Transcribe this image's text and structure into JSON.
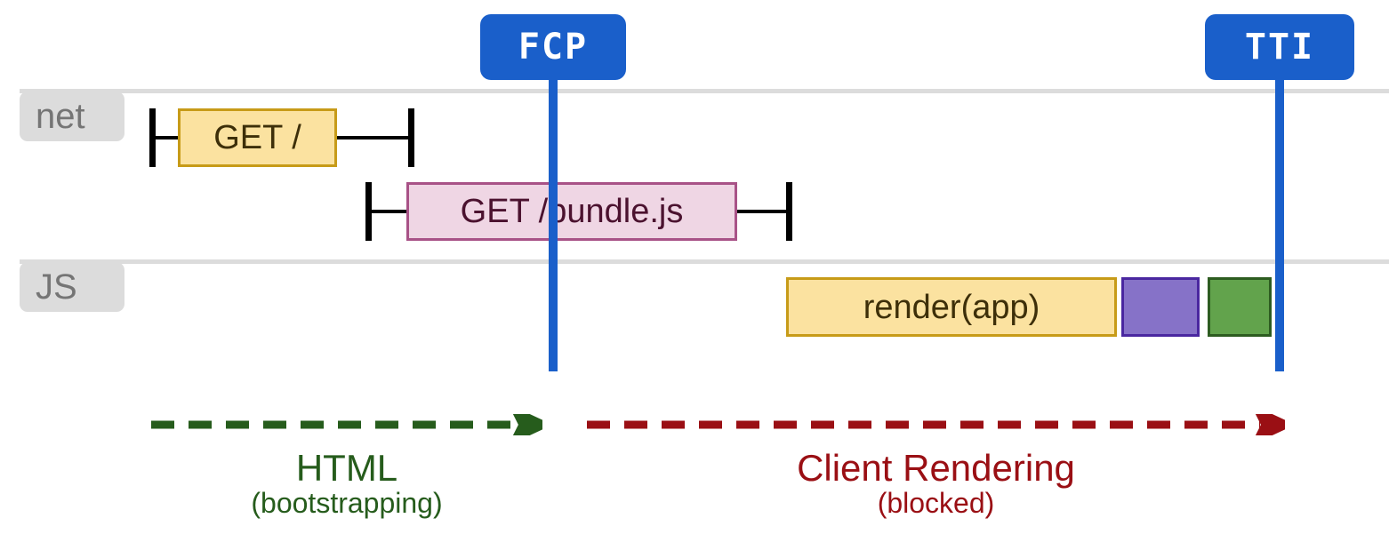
{
  "markers": [
    {
      "id": "fcp",
      "label": "FCP",
      "color": "#1a5fca"
    },
    {
      "id": "tti",
      "label": "TTI",
      "color": "#1a5fca"
    }
  ],
  "lanes": [
    {
      "id": "net",
      "label": "net"
    },
    {
      "id": "js",
      "label": "JS"
    }
  ],
  "net_lane": {
    "requests": [
      {
        "id": "get-root",
        "label": "GET /",
        "fill": "#fbe2a0",
        "border": "#c79b18",
        "text": "#3d2f09"
      },
      {
        "id": "get-bundle",
        "label": "GET /bundle.js",
        "fill": "#efd6e4",
        "border": "#a85287",
        "text": "#4b122f"
      }
    ]
  },
  "js_lane": {
    "tasks": [
      {
        "id": "render-app",
        "label": "render(app)",
        "fill": "#fbe2a0",
        "border": "#c79b18",
        "text": "#3d2f09"
      },
      {
        "id": "task-purple",
        "label": "",
        "fill": "#8672c8",
        "border": "#4a27a0",
        "text": ""
      },
      {
        "id": "task-green",
        "label": "",
        "fill": "#62a34c",
        "border": "#2d5c20",
        "text": ""
      }
    ]
  },
  "phases": [
    {
      "id": "html",
      "title": "HTML",
      "subtitle": "(bootstrapping)",
      "color": "#265c1c",
      "arrow_style": "dashed"
    },
    {
      "id": "client-rendering",
      "title": "Client Rendering",
      "subtitle": "(blocked)",
      "color": "#9a0f14",
      "arrow_style": "dashed"
    }
  ],
  "palette": {
    "lane_rule": "#dcdcdc",
    "lane_label_bg": "#dcdcdc",
    "lane_label_text": "#757575",
    "marker_blue": "#1a5fca",
    "whisker": "#000000",
    "background": "#ffffff"
  }
}
